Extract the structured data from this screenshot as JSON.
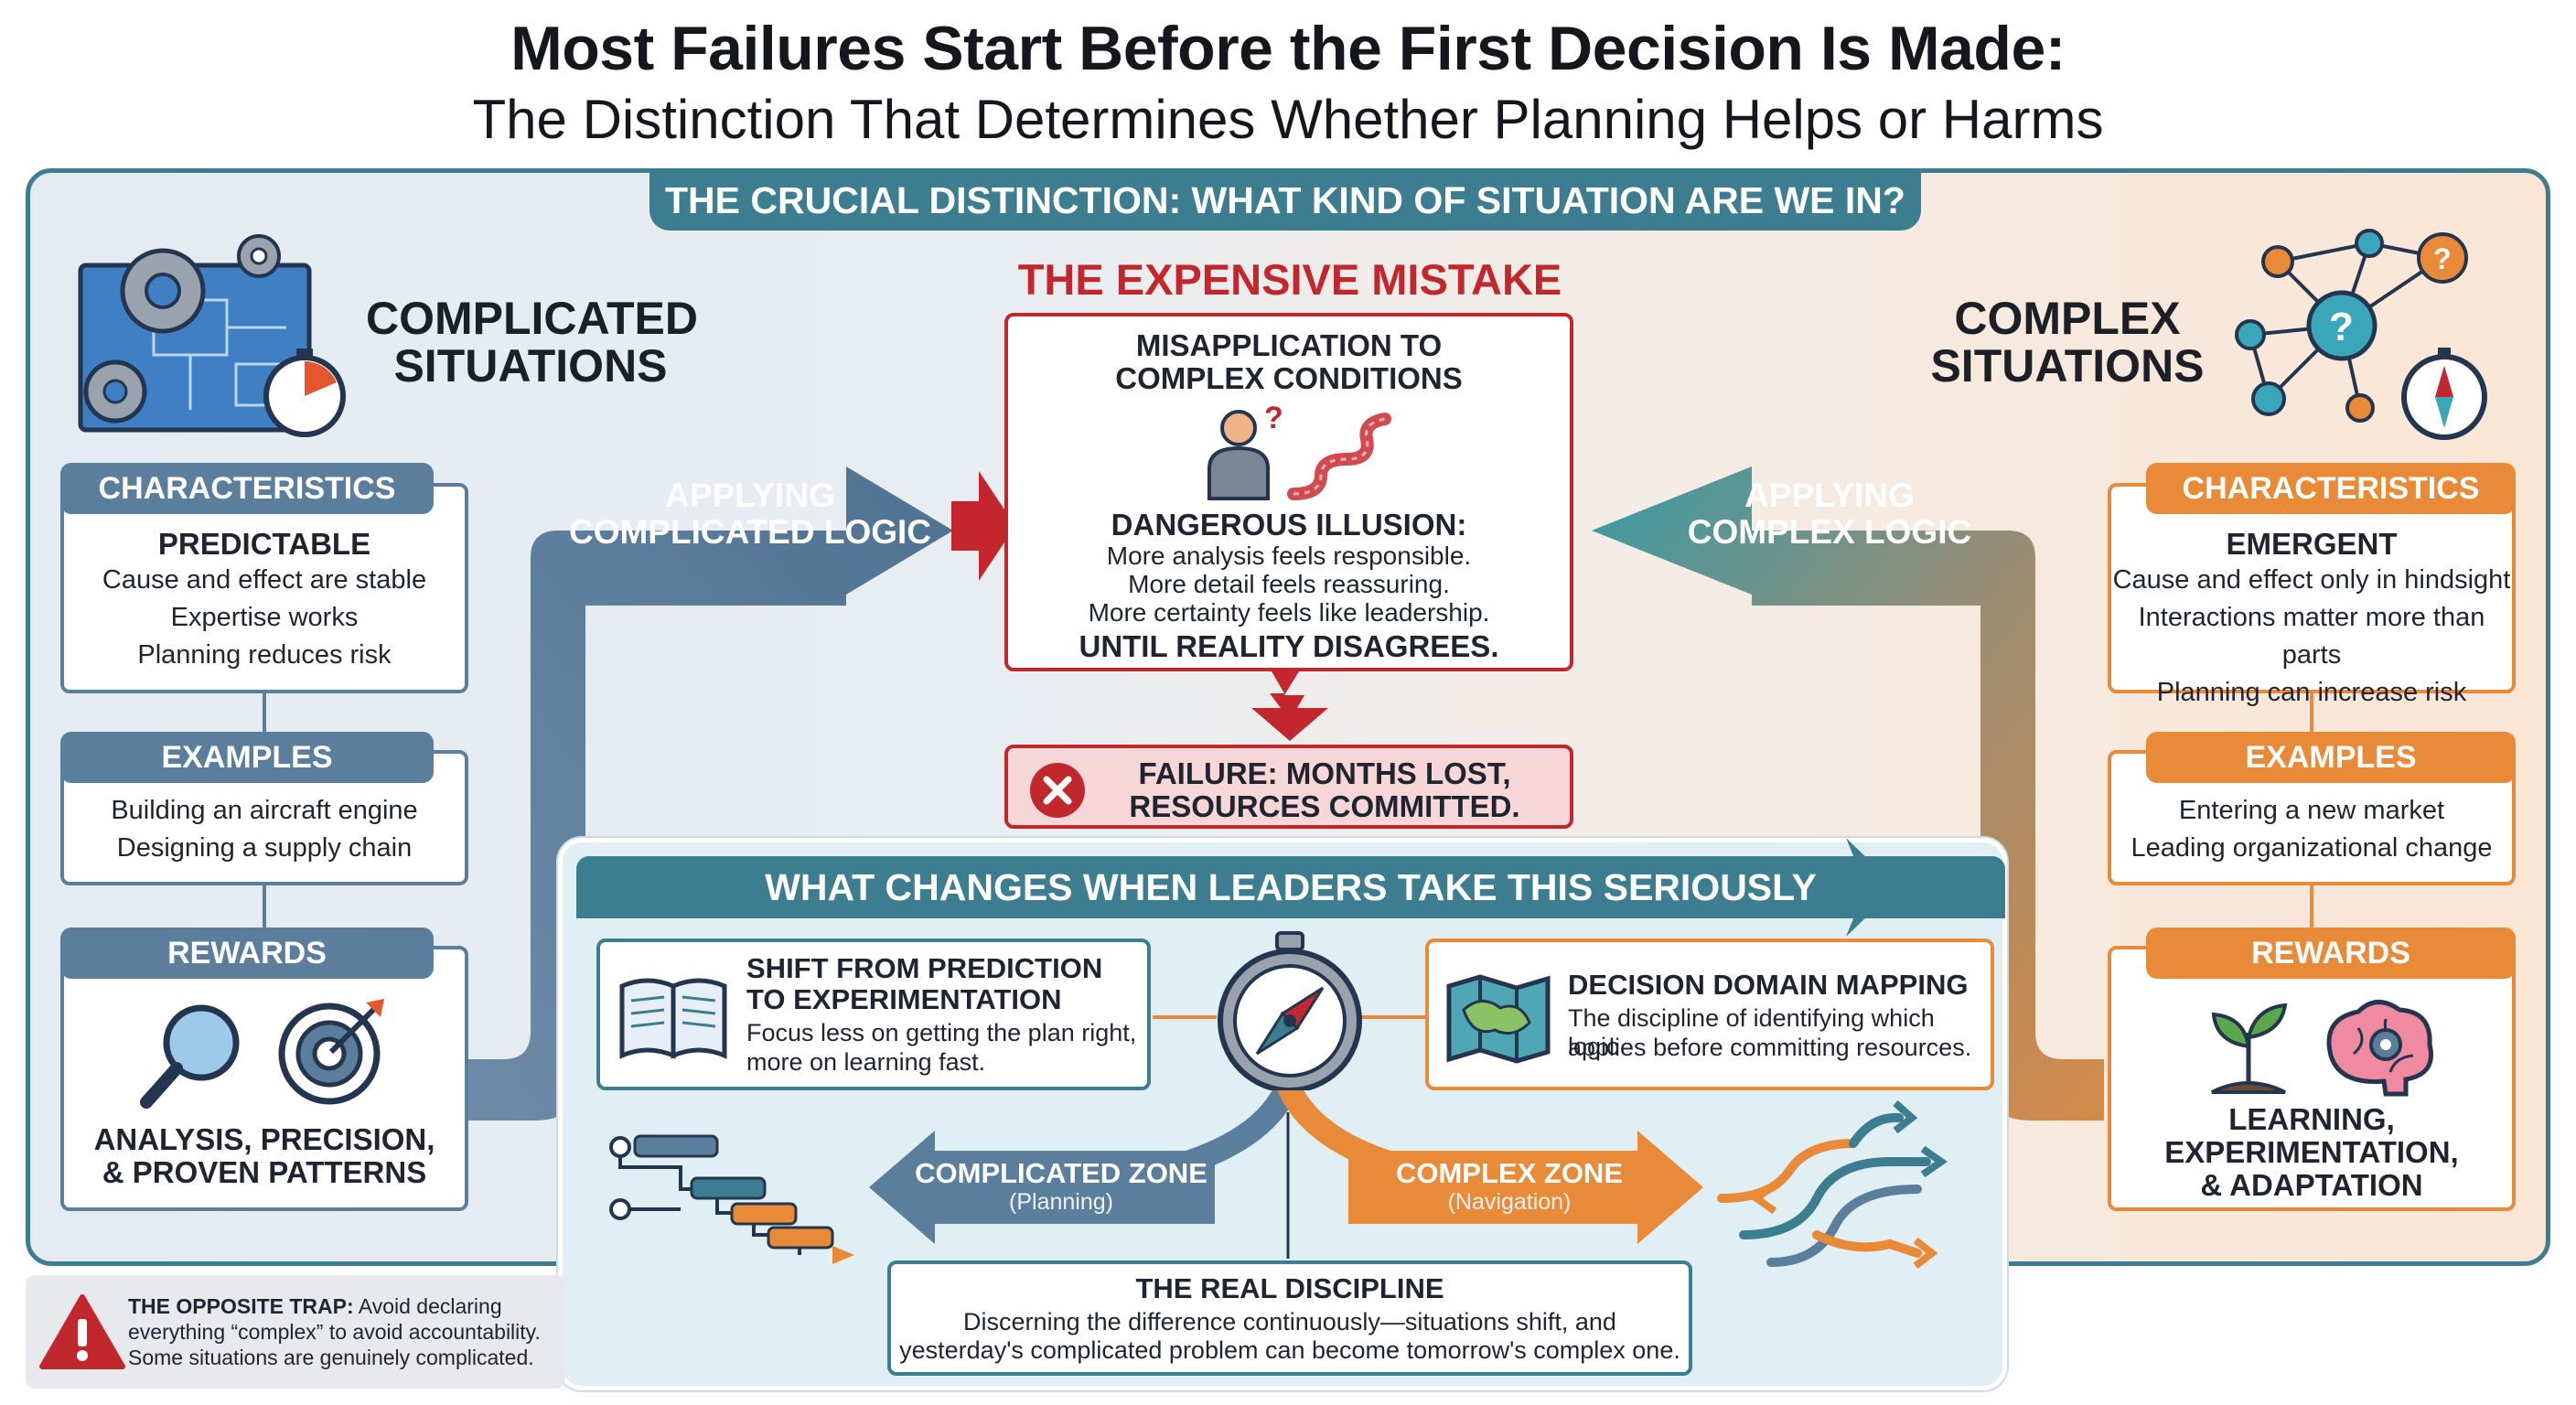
{
  "title": "Most Failures Start Before the First Decision Is Made:",
  "subtitle": "The Distinction That Determines Whether Planning Helps or Harms",
  "crucial_bar": "THE CRUCIAL DISTINCTION: WHAT KIND OF SITUATION ARE WE IN?",
  "complicated": {
    "title_line1": "COMPLICATED",
    "title_line2": "SITUATIONS",
    "characteristics_tab": "CHARACTERISTICS",
    "characteristics_title": "PREDICTABLE",
    "characteristics_lines": [
      "Cause and effect are stable",
      "Expertise works",
      "Planning reduces risk"
    ],
    "examples_tab": "EXAMPLES",
    "examples_lines": [
      "Building an aircraft engine",
      "Designing a supply chain"
    ],
    "rewards_tab": "REWARDS",
    "rewards_line1": "ANALYSIS, PRECISION,",
    "rewards_line2": "& PROVEN PATTERNS",
    "arrow_line1": "APPLYING",
    "arrow_line2": "COMPLICATED LOGIC"
  },
  "complex": {
    "title_line1": "COMPLEX",
    "title_line2": "SITUATIONS",
    "characteristics_tab": "CHARACTERISTICS",
    "characteristics_title": "EMERGENT",
    "characteristics_lines": [
      "Cause and effect only in hindsight",
      "Interactions matter more than parts",
      "Planning can increase risk"
    ],
    "examples_tab": "EXAMPLES",
    "examples_lines": [
      "Entering a new market",
      "Leading organizational change"
    ],
    "rewards_tab": "REWARDS",
    "rewards_line1": "LEARNING,",
    "rewards_line2": "EXPERIMENTATION,",
    "rewards_line3": "& ADAPTATION",
    "arrow_line1": "APPLYING",
    "arrow_line2": "COMPLEX LOGIC"
  },
  "mistake": {
    "heading": "THE EXPENSIVE MISTAKE",
    "box_title1": "MISAPPLICATION TO",
    "box_title2": "COMPLEX CONDITIONS",
    "illusion_title": "DANGEROUS ILLUSION:",
    "illusion_lines": [
      "More analysis feels responsible.",
      "More detail feels reassuring.",
      "More certainty feels like leadership."
    ],
    "until": "UNTIL REALITY DISAGREES.",
    "failure_line1": "FAILURE: MONTHS LOST,",
    "failure_line2": "RESOURCES COMMITTED."
  },
  "changes": {
    "bar": "WHAT CHANGES WHEN LEADERS TAKE THIS SERIOUSLY",
    "shift_title1": "SHIFT FROM PREDICTION",
    "shift_title2": "TO EXPERIMENTATION",
    "shift_line1": "Focus less on getting the plan right,",
    "shift_line2": "more on learning fast.",
    "mapping_title": "DECISION DOMAIN MAPPING",
    "mapping_line1": "The discipline of identifying which logic",
    "mapping_line2": "applies before committing resources.",
    "zone_left_title": "COMPLICATED ZONE",
    "zone_left_sub": "(Planning)",
    "zone_right_title": "COMPLEX ZONE",
    "zone_right_sub": "(Navigation)",
    "discipline_title": "THE REAL DISCIPLINE",
    "discipline_line1": "Discerning the difference continuously—situations shift, and",
    "discipline_line2": "yesterday's complicated problem can become tomorrow's complex one."
  },
  "trap": {
    "label": "THE OPPOSITE TRAP:",
    "line1": "Avoid declaring",
    "line2": "everything “complex” to avoid accountability.",
    "line3": "Some situations are genuinely complicated."
  },
  "colors": {
    "teal": "#3c7d8f",
    "blue": "#5b7e9c",
    "orange": "#e98a39",
    "red": "#c0282d"
  },
  "icons": {
    "complicated": "gears-blueprint-stopwatch-icon",
    "complex": "network-question-compass-icon",
    "mistake": "confused-person-winding-road-icon",
    "failure": "x-circle-icon",
    "analysis": "magnifier-icon",
    "target": "target-arrow-icon",
    "sprout": "sprout-icon",
    "brain": "brain-gear-icon",
    "book": "open-book-icon",
    "compass": "compass-icon",
    "map": "map-icon",
    "gantt": "gantt-chart-icon",
    "paths": "branching-paths-icon",
    "warning": "warning-triangle-icon"
  }
}
